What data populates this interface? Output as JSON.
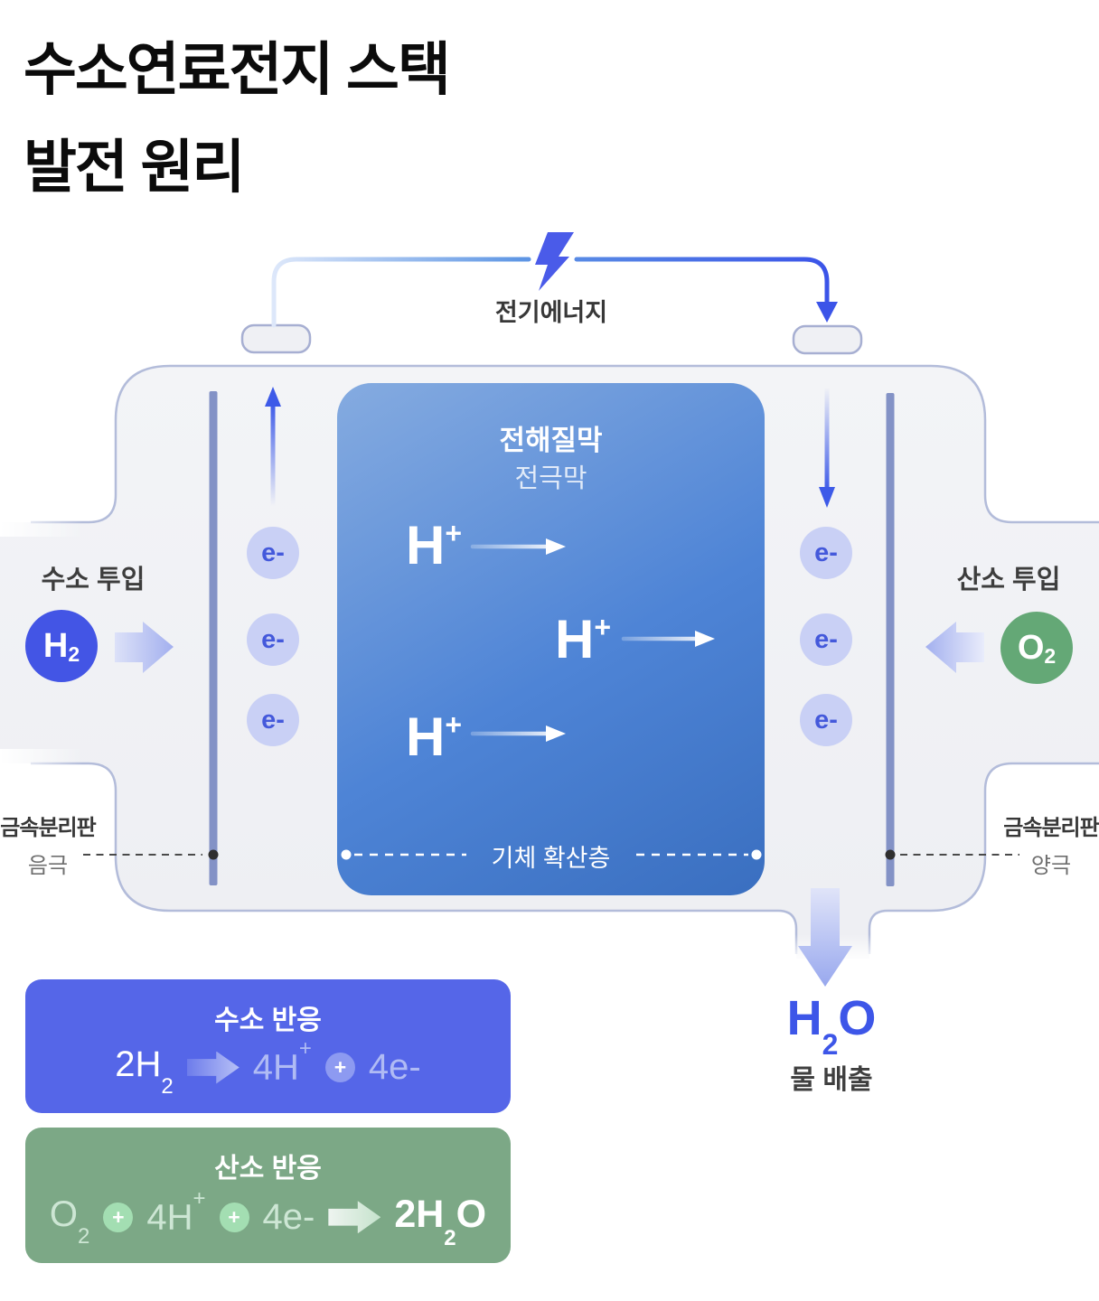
{
  "title": {
    "line1": "수소연료전지 스택",
    "line2": "발전 원리"
  },
  "top": {
    "electric_label": "전기에너지"
  },
  "membrane": {
    "title": "전해질막",
    "subtitle": "전극막",
    "proton": "H",
    "proton_sup": "+",
    "gas_layer_label": "기체 확산층"
  },
  "left_side": {
    "input_label": "수소 투입",
    "molecule": "H",
    "molecule_sub": "2",
    "electron": "e-",
    "plate_label": "금속분리판",
    "electrode_label": "음극"
  },
  "right_side": {
    "input_label": "산소 투입",
    "molecule": "O",
    "molecule_sub": "2",
    "electron": "e-",
    "plate_label": "금속분리판",
    "electrode_label": "양극"
  },
  "output": {
    "formula_pre": "H",
    "formula_sub": "2",
    "formula_post": "O",
    "label": "물 배출"
  },
  "reactions": {
    "hydrogen": {
      "title": "수소 반응",
      "lhs": "2H",
      "lhs_sub": "2",
      "rhs1": "4H",
      "rhs1_sup": "+",
      "plus": "+",
      "rhs2": "4e-"
    },
    "oxygen": {
      "title": "산소 반응",
      "t1": "O",
      "t1_sub": "2",
      "plus1": "+",
      "t2": "4H",
      "t2_sup": "+",
      "plus2": "+",
      "t3": "4e-",
      "prod": "2H",
      "prod_sub": "2",
      "prod_post": "O"
    }
  },
  "colors": {
    "accent_blue": "#3b54e8",
    "membrane_top": "#85abe0",
    "membrane_bottom": "#3a6fc0",
    "h2_circle": "#4355e5",
    "o2_circle": "#64a876",
    "electron_fill": "#c9d0f5",
    "electrode_bar": "#8392c6",
    "reaction_blue": "#5566e8",
    "reaction_green": "#7ca886",
    "outline": "#b3bcda"
  }
}
